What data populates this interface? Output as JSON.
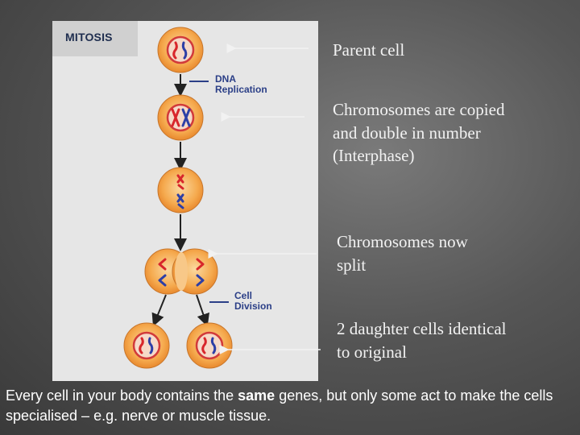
{
  "figure": {
    "title": "MITOSIS",
    "dna_replication_label": [
      "DNA",
      "Replication"
    ],
    "cell_division_label": [
      "Cell",
      "Division"
    ]
  },
  "annotations": {
    "parent": "Parent cell",
    "copied": "Chromosomes are copied and double in number (Interphase)",
    "split": "Chromosomes now split",
    "daughter": "2 daughter cells identical to original"
  },
  "footer": {
    "before": "Every cell in your body contains the ",
    "emphasis": "same",
    "after": " genes, but only some act to make the cells specialised – e.g. nerve or muscle tissue."
  },
  "colors": {
    "background": "#4a4a4a",
    "panel": "#e6e6e6",
    "cell_outer": "#f4a64a",
    "nucleus_fill": "#f6d9c8",
    "nucleus_ring": "#d23a3a",
    "chromosome_red": "#d8262b",
    "chromosome_blue": "#2d3fa6",
    "label_blue": "#2b3f87"
  }
}
